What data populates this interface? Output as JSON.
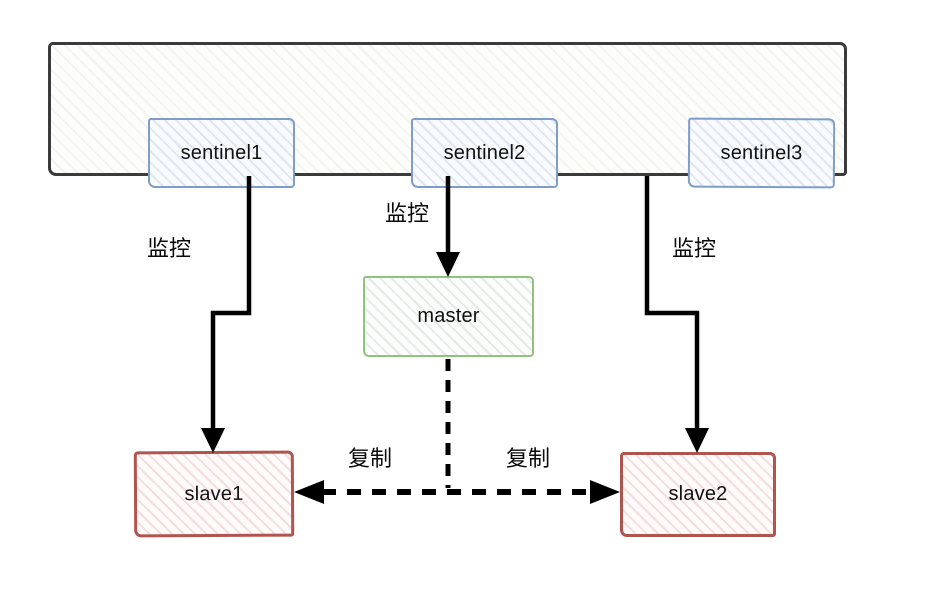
{
  "diagram": {
    "cluster_nodes": [
      {
        "label": "sentinel1"
      },
      {
        "label": "sentinel2"
      },
      {
        "label": "sentinel3"
      }
    ],
    "master_label": "master",
    "slave1_label": "slave1",
    "slave2_label": "slave2",
    "edge_labels": {
      "monitor_left": "监控",
      "monitor_middle": "监控",
      "monitor_right": "监控",
      "replicate_left": "复制",
      "replicate_right": "复制"
    },
    "colors": {
      "cluster_border": "#3b3b3b",
      "sentinel_border": "#7e9dc8",
      "master_border": "#8ec57d",
      "slave_border": "#b0554e",
      "arrow": "#000000",
      "background": "#ffffff"
    }
  }
}
